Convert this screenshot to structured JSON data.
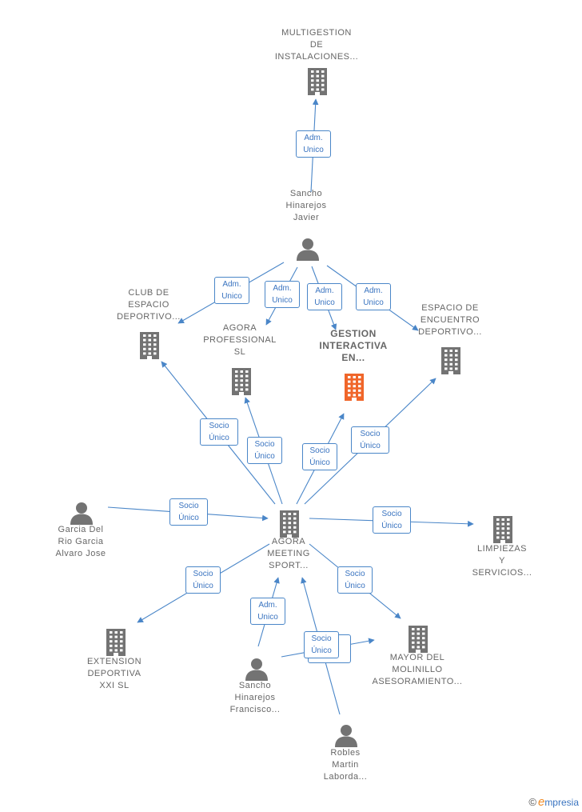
{
  "colors": {
    "edge": "#4a86c8",
    "node": "#737373",
    "highlight": "#f0662a"
  },
  "nodes": [
    {
      "id": "multigestion",
      "type": "company",
      "lines": [
        "MULTIGESTION",
        "DE",
        "INSTALACIONES..."
      ]
    },
    {
      "id": "sancho_javier",
      "type": "person",
      "lines": [
        "Sancho",
        "Hinarejos",
        "Javier"
      ]
    },
    {
      "id": "club_espacio",
      "type": "company",
      "lines": [
        "CLUB DE",
        "ESPACIO",
        "DEPORTIVO..."
      ]
    },
    {
      "id": "agora_professional",
      "type": "company",
      "lines": [
        "AGORA",
        "PROFESSIONAL",
        "SL"
      ]
    },
    {
      "id": "gestion_interactiva",
      "type": "company",
      "highlight": true,
      "lines": [
        "GESTION",
        "INTERACTIVA",
        "EN..."
      ]
    },
    {
      "id": "espacio_encuentro",
      "type": "company",
      "lines": [
        "ESPACIO DE",
        "ENCUENTRO",
        "DEPORTIVO..."
      ]
    },
    {
      "id": "garcia",
      "type": "person",
      "lines": [
        "Garcia Del",
        "Rio Garcia",
        "Alvaro Jose"
      ]
    },
    {
      "id": "agora_meeting",
      "type": "company",
      "lines": [
        "AGORA",
        "MEETING",
        "SPORT..."
      ]
    },
    {
      "id": "limpiezas",
      "type": "company",
      "lines": [
        "LIMPIEZAS",
        "Y",
        "SERVICIOS..."
      ]
    },
    {
      "id": "extension",
      "type": "company",
      "lines": [
        "EXTENSION",
        "DEPORTIVA",
        "XXI SL"
      ]
    },
    {
      "id": "mayor_molinillo",
      "type": "company",
      "lines": [
        "MAYOR DEL",
        "MOLINILLO",
        "ASESORAMIENTO..."
      ]
    },
    {
      "id": "sancho_francisco",
      "type": "person",
      "lines": [
        "Sancho",
        "Hinarejos",
        "Francisco..."
      ]
    },
    {
      "id": "robles",
      "type": "person",
      "lines": [
        "Robles",
        "Martin",
        "Laborda..."
      ]
    }
  ],
  "edges": [
    {
      "id": "e1",
      "lines": [
        "Adm.",
        "Unico"
      ]
    },
    {
      "id": "e2",
      "lines": [
        "Adm.",
        "Unico"
      ]
    },
    {
      "id": "e3",
      "lines": [
        "Adm.",
        "Unico"
      ]
    },
    {
      "id": "e4",
      "lines": [
        "Adm.",
        "Unico"
      ]
    },
    {
      "id": "e5",
      "lines": [
        "Adm.",
        "Unico"
      ]
    },
    {
      "id": "e6",
      "lines": [
        "Socio",
        "Único"
      ]
    },
    {
      "id": "e7",
      "lines": [
        "Socio",
        "Único"
      ]
    },
    {
      "id": "e8",
      "lines": [
        "Socio",
        "Único"
      ]
    },
    {
      "id": "e9",
      "lines": [
        "Socio",
        "Único"
      ]
    },
    {
      "id": "e10",
      "lines": [
        "Socio",
        "Único"
      ]
    },
    {
      "id": "e11",
      "lines": [
        "Socio",
        "Único"
      ]
    },
    {
      "id": "e12",
      "lines": [
        "Socio",
        "Único"
      ]
    },
    {
      "id": "e13",
      "lines": [
        "Socio",
        "Único"
      ]
    },
    {
      "id": "e14",
      "lines": [
        "Adm.",
        "Unico"
      ]
    },
    {
      "id": "e15",
      "lines": [
        "Socio",
        "Único"
      ]
    }
  ],
  "footer": {
    "copyright": "©",
    "brand_initial": "e",
    "brand_rest": "mpresia"
  }
}
